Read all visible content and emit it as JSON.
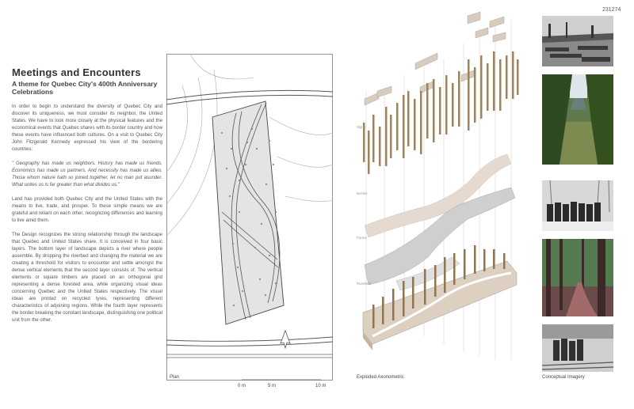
{
  "page_code": "231274",
  "title": "Meetings and Encounters",
  "subtitle_line1": "A theme for Quebec City's 400th Anniversary",
  "subtitle_line2": "Celebrations",
  "paragraphs": [
    "In order to begin to understand the diversity of Quebec City and discover its uniqueness, we must consider its neighbor, the United States. We have to look more closely at the physical features and the economical events that Quebec shares with its border country and how these events have influenced both cultures. On a visit to Quebec City John Fitzgerald Kennedy expressed his view of the bordering countries:",
    "Land has provided both Quebec City and the United States with the means to live, trade, and prosper. To these simple means we are grateful and reliant on each other, recognizing differences and learning to live amid them.",
    "The Design recognizes the strong relationship through the landscape that Quebec and United States share. It is conceived in four basic layers. The bottom layer of landscape depicts a river where people assemble. By dropping the riverbed and changing the material we are creating a threshold for visitors to encounter and settle amongst the dense vertical elements that the second layer consists of. The vertical elements or square timbers are placed on an orthogonal grid representing a dense forested area, while organizing visual ideas concerning Quebec and the United States respectively. The visual ideas are printed on recycled tyres, representing different characteristics of adjoining regions. While the fourth layer represents the border breaking the constant landscape, distinguishing one political unit from the other."
  ],
  "quote": "\" Geography has made us neighbors. History has made us friends. Economics has made us partners. And necessity has made us allies. Those whom nature hath so joined together, let no man put asunder. What unites us is far greater than what divides us.\"",
  "plan": {
    "caption": "Plan",
    "scale_labels": [
      "0 m",
      "5 m",
      "10 m"
    ]
  },
  "axo": {
    "caption": "Exploded Axonometric",
    "layer_labels": [
      "Signs",
      "Border",
      "Forest",
      "Riverbed"
    ]
  },
  "imagery_caption": "Conceptual Imagery"
}
